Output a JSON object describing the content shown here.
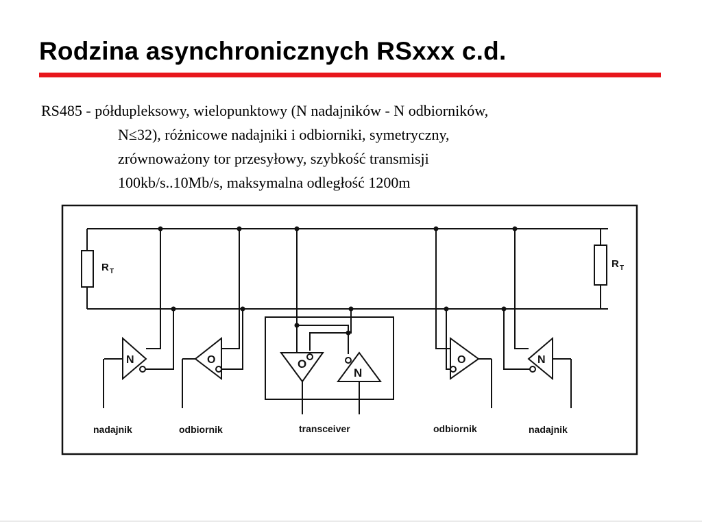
{
  "slide": {
    "title": "Rodzina asynchronicznych RSxxx c.d.",
    "accent_color": "#e8161c",
    "paragraph": {
      "line1": "RS485 - półdupleksowy, wielopunktowy (N nadajników - N odbiorników,",
      "line2": "N≤32), różnicowe nadajniki i odbiorniki, symetryczny,",
      "line3": "zrównoważony tor przesyłowy, szybkość transmisji",
      "line4": "100kb/s..10Mb/s, maksymalna odległość 1200m"
    }
  },
  "diagram": {
    "resistor_label_main": "R",
    "resistor_label_sub": "T",
    "driver_symbol": "N",
    "receiver_symbol": "O",
    "labels": {
      "left_transmitter": "nadajnik",
      "left_receiver": "odbiornik",
      "transceiver": "transceiver",
      "right_receiver": "odbiornik",
      "right_transmitter": "nadajnik"
    }
  }
}
